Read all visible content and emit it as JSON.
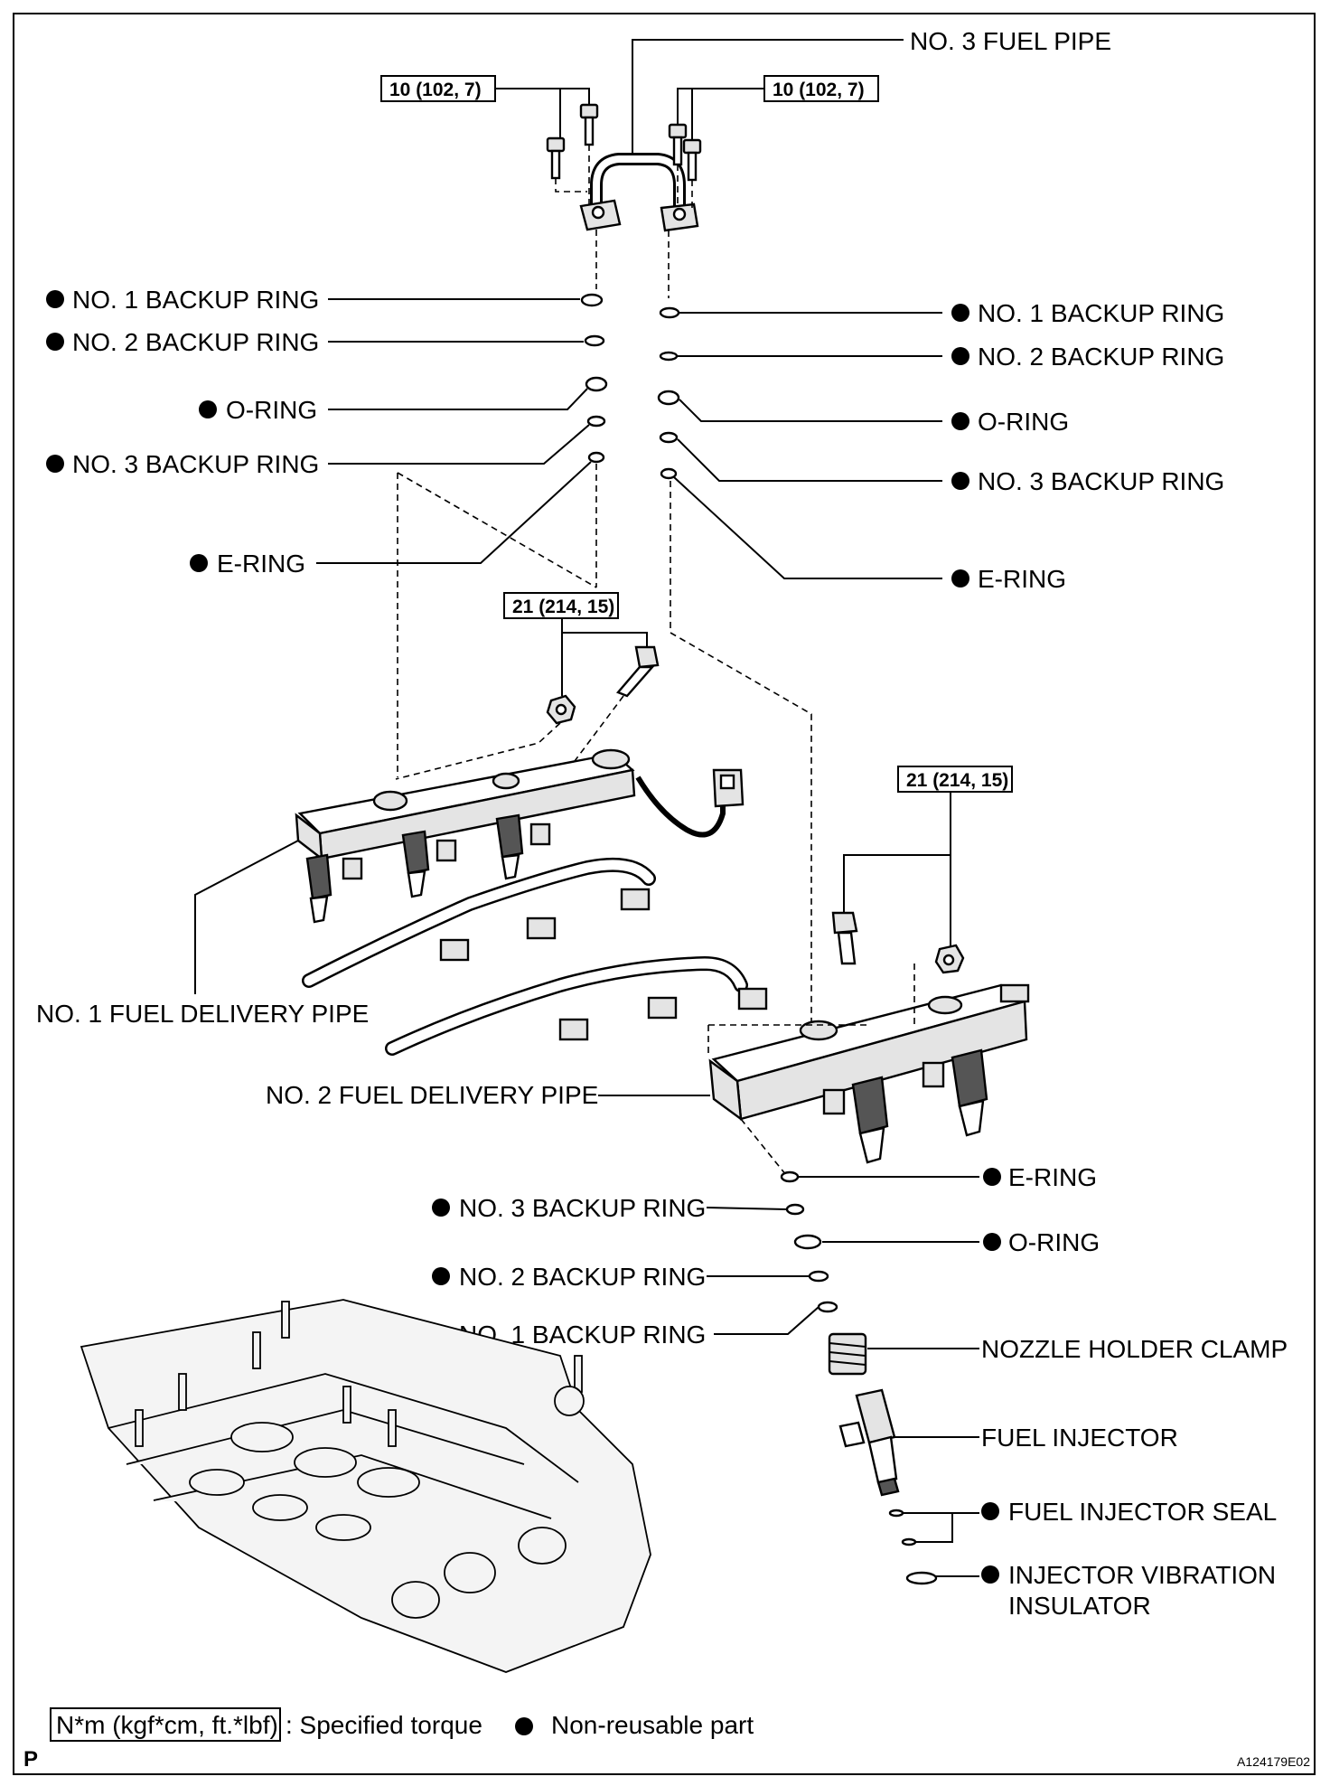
{
  "title": "NO. 3 FUEL PIPE",
  "torque_specs": {
    "fuel_pipe_left": "10 (102, 7)",
    "fuel_pipe_right": "10 (102, 7)",
    "delivery_pipe_1": "21 (214, 15)",
    "delivery_pipe_2": "21 (214, 15)"
  },
  "left_rings": [
    {
      "label": "NO. 1 BACKUP RING",
      "non_reusable": true
    },
    {
      "label": "NO. 2 BACKUP RING",
      "non_reusable": true
    },
    {
      "label": "O-RING",
      "non_reusable": true
    },
    {
      "label": "NO. 3 BACKUP RING",
      "non_reusable": true
    },
    {
      "label": "E-RING",
      "non_reusable": true
    }
  ],
  "right_rings": [
    {
      "label": "NO. 1 BACKUP RING",
      "non_reusable": true
    },
    {
      "label": "NO. 2 BACKUP RING",
      "non_reusable": true
    },
    {
      "label": "O-RING",
      "non_reusable": true
    },
    {
      "label": "NO. 3 BACKUP RING",
      "non_reusable": true
    },
    {
      "label": "E-RING",
      "non_reusable": true
    }
  ],
  "delivery_pipes": {
    "no1": "NO. 1 FUEL DELIVERY PIPE",
    "no2": "NO. 2 FUEL DELIVERY PIPE"
  },
  "lower_parts": [
    {
      "label": "E-RING",
      "non_reusable": true
    },
    {
      "label": "NO. 3 BACKUP RING",
      "non_reusable": true
    },
    {
      "label": "O-RING",
      "non_reusable": true
    },
    {
      "label": "NO. 2 BACKUP RING",
      "non_reusable": true
    },
    {
      "label": "NO. 1 BACKUP RING",
      "non_reusable": true
    },
    {
      "label": "NOZZLE HOLDER CLAMP",
      "non_reusable": false
    },
    {
      "label": "FUEL INJECTOR",
      "non_reusable": false
    },
    {
      "label": "FUEL INJECTOR SEAL",
      "non_reusable": true
    },
    {
      "label": "INJECTOR VIBRATION",
      "non_reusable": true
    },
    {
      "label": "INSULATOR",
      "non_reusable": false
    }
  ],
  "legend": {
    "torque_box": "N*m (kgf*cm, ft.*lbf)",
    "torque_text": ": Specified torque",
    "nonreusable_text": "Non-reusable part"
  },
  "corner_left": "P",
  "corner_right": "A124179E02"
}
